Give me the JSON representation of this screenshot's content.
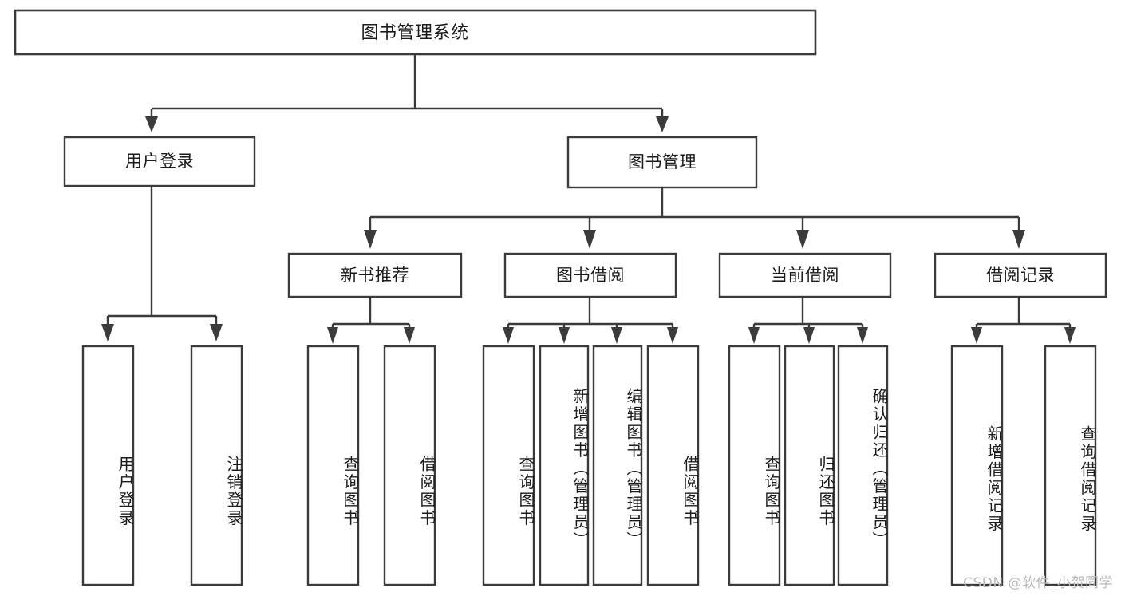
{
  "meta": {
    "title": "图书管理系统功能结构图",
    "watermark": "CSDN @软件_小贺同学",
    "colors": {
      "background": "#ffffff",
      "stroke": "#3b3b3b",
      "text": "#1b1b1b",
      "watermark": "#b9b9b9"
    }
  },
  "chart_data": {
    "type": "diagram",
    "diagram_kind": "tree-hierarchy",
    "title": "图书管理系统",
    "orientation": "top-down",
    "levels": 4,
    "node_count": 20,
    "nodes": [
      {
        "id": "root",
        "label": "图书管理系统",
        "level": 0,
        "parent": null,
        "orientation": "horizontal"
      },
      {
        "id": "n1",
        "label": "用户登录",
        "level": 1,
        "parent": "root",
        "orientation": "horizontal"
      },
      {
        "id": "n2",
        "label": "图书管理",
        "level": 1,
        "parent": "root",
        "orientation": "horizontal"
      },
      {
        "id": "n1-1",
        "label": "用户登录",
        "level": 2,
        "parent": "n1",
        "orientation": "vertical"
      },
      {
        "id": "n1-2",
        "label": "注销登录",
        "level": 2,
        "parent": "n1",
        "orientation": "vertical"
      },
      {
        "id": "n2-1",
        "label": "新书推荐",
        "level": 2,
        "parent": "n2",
        "orientation": "horizontal"
      },
      {
        "id": "n2-2",
        "label": "图书借阅",
        "level": 2,
        "parent": "n2",
        "orientation": "horizontal"
      },
      {
        "id": "n2-3",
        "label": "当前借阅",
        "level": 2,
        "parent": "n2",
        "orientation": "horizontal"
      },
      {
        "id": "n2-4",
        "label": "借阅记录",
        "level": 2,
        "parent": "n2",
        "orientation": "horizontal"
      },
      {
        "id": "n2-1-1",
        "label": "查询图书",
        "level": 3,
        "parent": "n2-1",
        "orientation": "vertical"
      },
      {
        "id": "n2-1-2",
        "label": "借阅图书",
        "level": 3,
        "parent": "n2-1",
        "orientation": "vertical"
      },
      {
        "id": "n2-2-1",
        "label": "查询图书",
        "level": 3,
        "parent": "n2-2",
        "orientation": "vertical"
      },
      {
        "id": "n2-2-2",
        "label": "新增图书（管理员）",
        "level": 3,
        "parent": "n2-2",
        "orientation": "vertical"
      },
      {
        "id": "n2-2-3",
        "label": "编辑图书（管理员）",
        "level": 3,
        "parent": "n2-2",
        "orientation": "vertical"
      },
      {
        "id": "n2-2-4",
        "label": "借阅图书",
        "level": 3,
        "parent": "n2-2",
        "orientation": "vertical"
      },
      {
        "id": "n2-3-1",
        "label": "查询图书",
        "level": 3,
        "parent": "n2-3",
        "orientation": "vertical"
      },
      {
        "id": "n2-3-2",
        "label": "归还图书",
        "level": 3,
        "parent": "n2-3",
        "orientation": "vertical"
      },
      {
        "id": "n2-3-3",
        "label": "确认归还（管理员）",
        "level": 3,
        "parent": "n2-3",
        "orientation": "vertical"
      },
      {
        "id": "n2-4-1",
        "label": "新增借阅记录",
        "level": 3,
        "parent": "n2-4",
        "orientation": "vertical"
      },
      {
        "id": "n2-4-2",
        "label": "查询借阅记录",
        "level": 3,
        "parent": "n2-4",
        "orientation": "vertical"
      }
    ],
    "edges": [
      {
        "from": "root",
        "to": "n1"
      },
      {
        "from": "root",
        "to": "n2"
      },
      {
        "from": "n1",
        "to": "n1-1"
      },
      {
        "from": "n1",
        "to": "n1-2"
      },
      {
        "from": "n2",
        "to": "n2-1"
      },
      {
        "from": "n2",
        "to": "n2-2"
      },
      {
        "from": "n2",
        "to": "n2-3"
      },
      {
        "from": "n2",
        "to": "n2-4"
      },
      {
        "from": "n2-1",
        "to": "n2-1-1"
      },
      {
        "from": "n2-1",
        "to": "n2-1-2"
      },
      {
        "from": "n2-2",
        "to": "n2-2-1"
      },
      {
        "from": "n2-2",
        "to": "n2-2-2"
      },
      {
        "from": "n2-2",
        "to": "n2-2-3"
      },
      {
        "from": "n2-2",
        "to": "n2-2-4"
      },
      {
        "from": "n2-3",
        "to": "n2-3-1"
      },
      {
        "from": "n2-3",
        "to": "n2-3-2"
      },
      {
        "from": "n2-3",
        "to": "n2-3-3"
      },
      {
        "from": "n2-4",
        "to": "n2-4-1"
      },
      {
        "from": "n2-4",
        "to": "n2-4-2"
      }
    ]
  },
  "labels": {
    "root": "图书管理系统",
    "user_login": "用户登录",
    "book_manage": "图书管理",
    "leaf_user_login": "用户登录",
    "leaf_logout": "注销登录",
    "new_book_rec": "新书推荐",
    "book_borrow": "图书借阅",
    "current_borrow": "当前借阅",
    "borrow_record": "借阅记录",
    "query_book_a": "查询图书",
    "borrow_book_a": "借阅图书",
    "query_book_b": "查询图书",
    "add_book_admin": "新增图书（管理员）",
    "edit_book_admin": "编辑图书（管理员）",
    "borrow_book_b": "借阅图书",
    "query_book_c": "查询图书",
    "return_book": "归还图书",
    "confirm_return_admin": "确认归还（管理员）",
    "add_borrow_record": "新增借阅记录",
    "query_borrow_record": "查询借阅记录"
  }
}
